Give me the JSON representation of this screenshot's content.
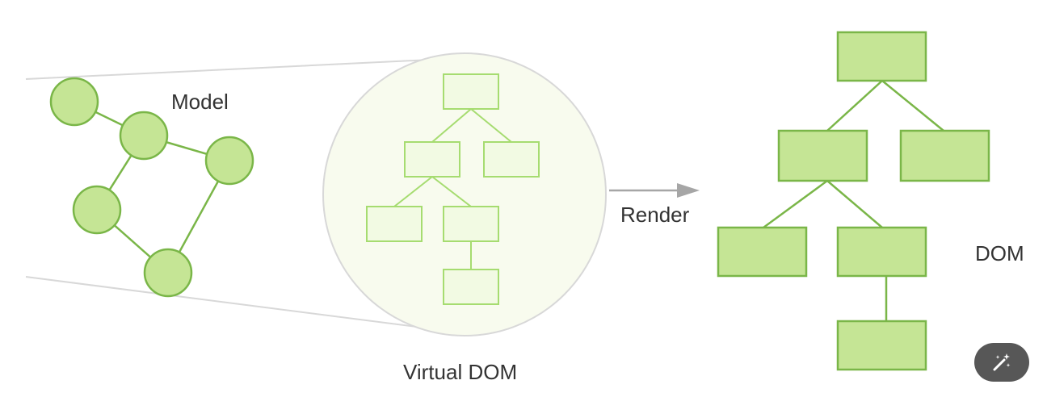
{
  "labels": {
    "model": "Model",
    "virtual_dom": "Virtual DOM",
    "render": "Render",
    "dom": "DOM"
  },
  "colors": {
    "node_fill": "#c5e595",
    "node_stroke": "#7ab648",
    "vdom_fill": "#f2fae3",
    "vdom_stroke": "#a6dc70",
    "lens_fill": "#f8fbee",
    "lens_stroke": "#d8d8d8",
    "arrow": "#a6a6a6",
    "fab_bg": "#575757"
  },
  "fab": {
    "icon": "magic-wand-icon"
  }
}
